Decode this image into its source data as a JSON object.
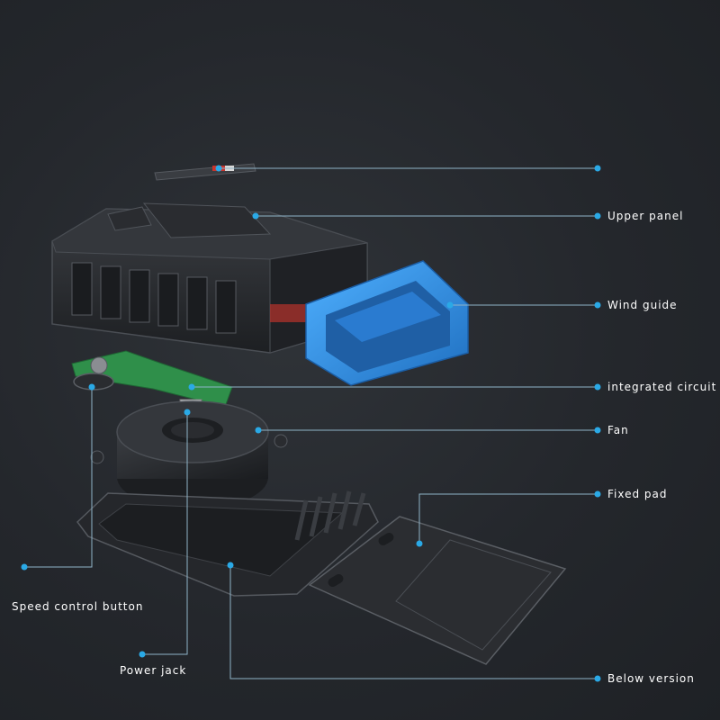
{
  "colors": {
    "leader_line": "#8fb4c8",
    "dot": "#2aa9e6",
    "wind_guide": "#2e8fe0",
    "circuit_board": "#2f8f4a",
    "housing": "#2b2d31",
    "background": "#23262b",
    "label_text": "#ffffff"
  },
  "callouts": {
    "top_tag": "",
    "upper_panel": "Upper panel",
    "wind_guide": "Wind guide",
    "integrated_circuit": "integrated circuit",
    "fan": "Fan",
    "fixed_pad": "Fixed pad",
    "speed_control_button": "Speed control button",
    "power_jack": "Power jack",
    "below_version": "Below version"
  }
}
